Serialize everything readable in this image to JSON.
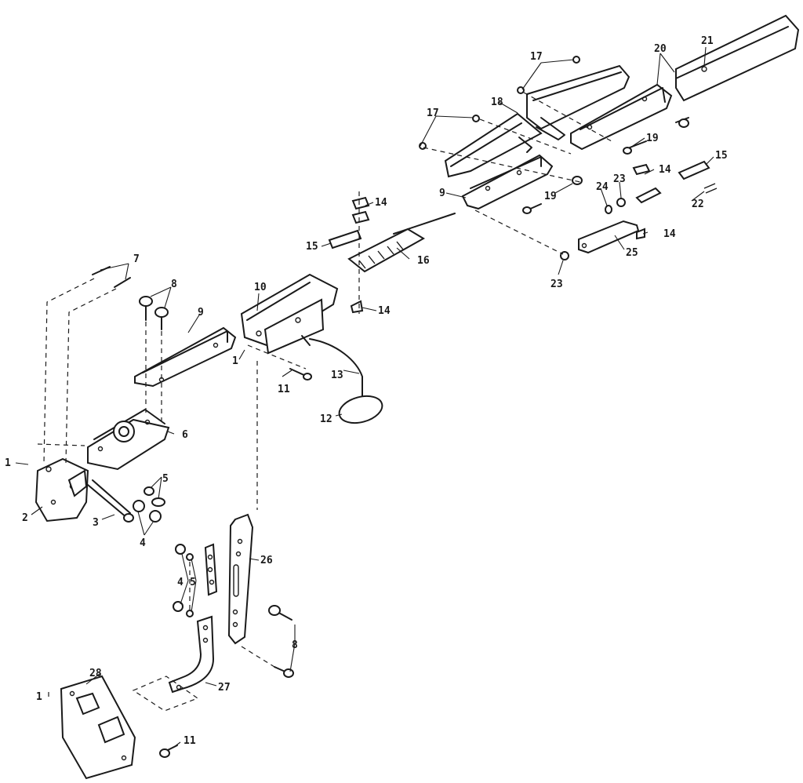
{
  "diagram": {
    "callouts": {
      "c1a": "1",
      "c1b": "1",
      "c1c": "1",
      "c2": "2",
      "c3": "3",
      "c4a": "4",
      "c4b": "4",
      "c5a": "5",
      "c5b": "5",
      "c6": "6",
      "c7": "7",
      "c8a": "8",
      "c8b": "8",
      "c9a": "9",
      "c9b": "9",
      "c10": "10",
      "c11a": "11",
      "c11b": "11",
      "c12": "12",
      "c13": "13",
      "c14a": "14",
      "c14b": "14",
      "c14c": "14",
      "c14d": "14",
      "c15a": "15",
      "c15b": "15",
      "c16": "16",
      "c17a": "17",
      "c17b": "17",
      "c18": "18",
      "c19a": "19",
      "c19b": "19",
      "c20": "20",
      "c21": "21",
      "c22": "22",
      "c23a": "23",
      "c23b": "23",
      "c24": "24",
      "c25": "25",
      "c26": "26",
      "c27": "27",
      "c28": "28"
    }
  }
}
